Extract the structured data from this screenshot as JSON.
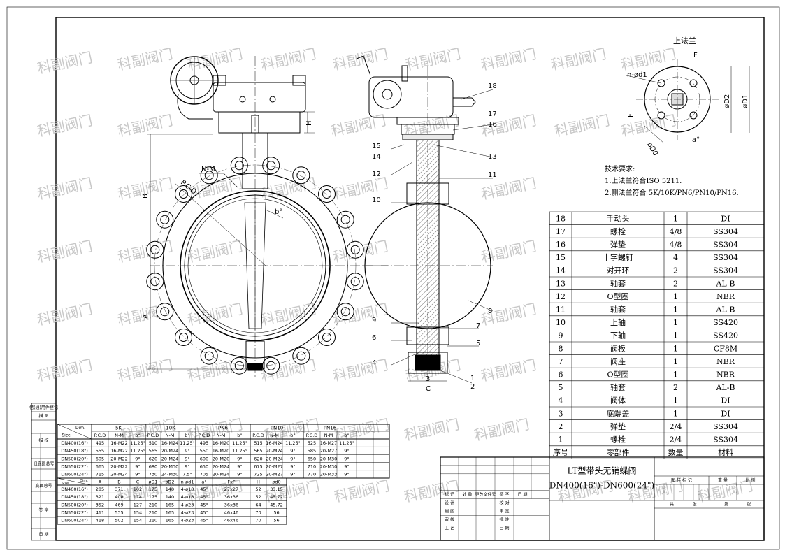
{
  "watermark": "科副阀门",
  "view_top_right": {
    "title": "上法兰",
    "f": "F",
    "n_od1": "n-ød1",
    "od2": "øD2",
    "od1": "øD1",
    "odo": "øD0",
    "a": "a°",
    "f2": "F"
  },
  "tech": {
    "heading": "技术要求:",
    "line1": "1.上法兰符合ISO 5211.",
    "line2": "2.侧法兰符合 5K/10K/PN6/PN10/PN16."
  },
  "front_labels": {
    "nm": "N-M",
    "pcd": "P.C.D",
    "b": "b°",
    "B": "B",
    "A": "A",
    "H": "H"
  },
  "side_callouts": [
    "18",
    "17",
    "16",
    "15",
    "14",
    "13",
    "12",
    "11",
    "10",
    "9",
    "8",
    "7",
    "6",
    "5",
    "4",
    "3",
    "C",
    "1",
    "2"
  ],
  "bom": {
    "header": {
      "no": "序号",
      "part": "零部件",
      "qty": "数量",
      "mat": "材料"
    },
    "rows": [
      {
        "no": "18",
        "part": "手动头",
        "qty": "1",
        "mat": "DI"
      },
      {
        "no": "17",
        "part": "螺栓",
        "qty": "4/8",
        "mat": "SS304"
      },
      {
        "no": "16",
        "part": "弹垫",
        "qty": "4/8",
        "mat": "SS304"
      },
      {
        "no": "15",
        "part": "十字螺钉",
        "qty": "4",
        "mat": "SS304"
      },
      {
        "no": "14",
        "part": "对开环",
        "qty": "2",
        "mat": "SS304"
      },
      {
        "no": "13",
        "part": "轴套",
        "qty": "2",
        "mat": "AL-B"
      },
      {
        "no": "12",
        "part": "O型圈",
        "qty": "1",
        "mat": "NBR"
      },
      {
        "no": "11",
        "part": "轴套",
        "qty": "1",
        "mat": "AL-B"
      },
      {
        "no": "10",
        "part": "上轴",
        "qty": "1",
        "mat": "SS420"
      },
      {
        "no": "9",
        "part": "下轴",
        "qty": "1",
        "mat": "SS420"
      },
      {
        "no": "8",
        "part": "阀板",
        "qty": "1",
        "mat": "CF8M"
      },
      {
        "no": "7",
        "part": "阀座",
        "qty": "1",
        "mat": "NBR"
      },
      {
        "no": "6",
        "part": "O型圈",
        "qty": "1",
        "mat": "NBR"
      },
      {
        "no": "5",
        "part": "轴套",
        "qty": "2",
        "mat": "AL-B"
      },
      {
        "no": "4",
        "part": "阀体",
        "qty": "1",
        "mat": "DI"
      },
      {
        "no": "3",
        "part": "底端盖",
        "qty": "1",
        "mat": "DI"
      },
      {
        "no": "2",
        "part": "弹垫",
        "qty": "2/4",
        "mat": "SS304"
      },
      {
        "no": "1",
        "part": "螺栓",
        "qty": "2/4",
        "mat": "SS304"
      }
    ]
  },
  "title_block": {
    "name1": "LT型带头无销蝶阀",
    "name2": "DN400(16\")-DN600(24\")",
    "labels_left": [
      "标 记",
      "处 数",
      "更改文件号",
      "签 字",
      "日 期"
    ],
    "rows_left": [
      "设 计",
      "制 图",
      "审 核",
      "工 艺"
    ],
    "rows_mid": [
      "校 对",
      "审 定",
      "批 准",
      "日 期"
    ],
    "sheet_labels": [
      "图 样 标 记",
      "重 量",
      "比 例"
    ],
    "page_labels": [
      "共",
      "张",
      "第",
      "张"
    ]
  },
  "left_strip": [
    "借(通)用件登记",
    "描 图",
    "",
    "描 校",
    "",
    "旧底图总号",
    "",
    "底图总号",
    "",
    "签 字",
    "",
    "日 期"
  ],
  "flange_table": {
    "corner_top": "Dim.",
    "corner_bottom": "Size",
    "groups": [
      "5K",
      "10K",
      "PN6",
      "PN10",
      "PN16"
    ],
    "sub": [
      "P.C.D",
      "N-M",
      "b°"
    ],
    "rows": [
      [
        "DN400(16\")",
        "495",
        "16-M22",
        "11.25°",
        "510",
        "16-M24",
        "11.25°",
        "495",
        "16-M20",
        "11.25°",
        "515",
        "16-M24",
        "11.25°",
        "525",
        "16-M27",
        "11.25°"
      ],
      [
        "DN450(18\")",
        "555",
        "16-M22",
        "11.25°",
        "565",
        "20-M24",
        "9°",
        "550",
        "16-M20",
        "11.25°",
        "565",
        "20-M24",
        "9°",
        "585",
        "20-M27",
        "9°"
      ],
      [
        "DN500(20\")",
        "605",
        "20-M22",
        "9°",
        "620",
        "20-M24",
        "9°",
        "600",
        "20-M20",
        "9°",
        "620",
        "20-M24",
        "9°",
        "650",
        "20-M30",
        "9°"
      ],
      [
        "DN550(22\")",
        "665",
        "20-M22",
        "9°",
        "680",
        "20-M30",
        "9°",
        "650",
        "20-M24",
        "9°",
        "675",
        "20-M27",
        "9°",
        "710",
        "20-M30",
        "9°"
      ],
      [
        "DN600(24\")",
        "715",
        "20-M24",
        "9°",
        "730",
        "24-M30",
        "7.5°",
        "705",
        "20-M24",
        "9°",
        "725",
        "20-M27",
        "9°",
        "770",
        "20-M33",
        "9°"
      ]
    ]
  },
  "dim_table": {
    "corner_top": "Dim.",
    "corner_bottom": "Size",
    "headers": [
      "A",
      "B",
      "C",
      "øD1",
      "øD2",
      "n-ød1",
      "a°",
      "FxF",
      "H",
      "ød0"
    ],
    "rows": [
      [
        "DN400(16\")",
        "285",
        "371",
        "102",
        "175",
        "140",
        "4-ø18",
        "45°",
        "27x27",
        "52",
        "33.15"
      ],
      [
        "DN450(18\")",
        "321",
        "408",
        "114",
        "175",
        "140",
        "4-ø18",
        "45°",
        "36x36",
        "52",
        "45.72"
      ],
      [
        "DN500(20\")",
        "352",
        "469",
        "127",
        "210",
        "165",
        "4-ø23",
        "45°",
        "36x36",
        "64",
        "45.72"
      ],
      [
        "DN550(22\")",
        "411",
        "535",
        "154",
        "210",
        "165",
        "4-ø23",
        "45°",
        "46x46",
        "70",
        "56"
      ],
      [
        "DN600(24\")",
        "418",
        "502",
        "154",
        "210",
        "165",
        "4-ø23",
        "45°",
        "46x46",
        "70",
        "56"
      ]
    ]
  }
}
